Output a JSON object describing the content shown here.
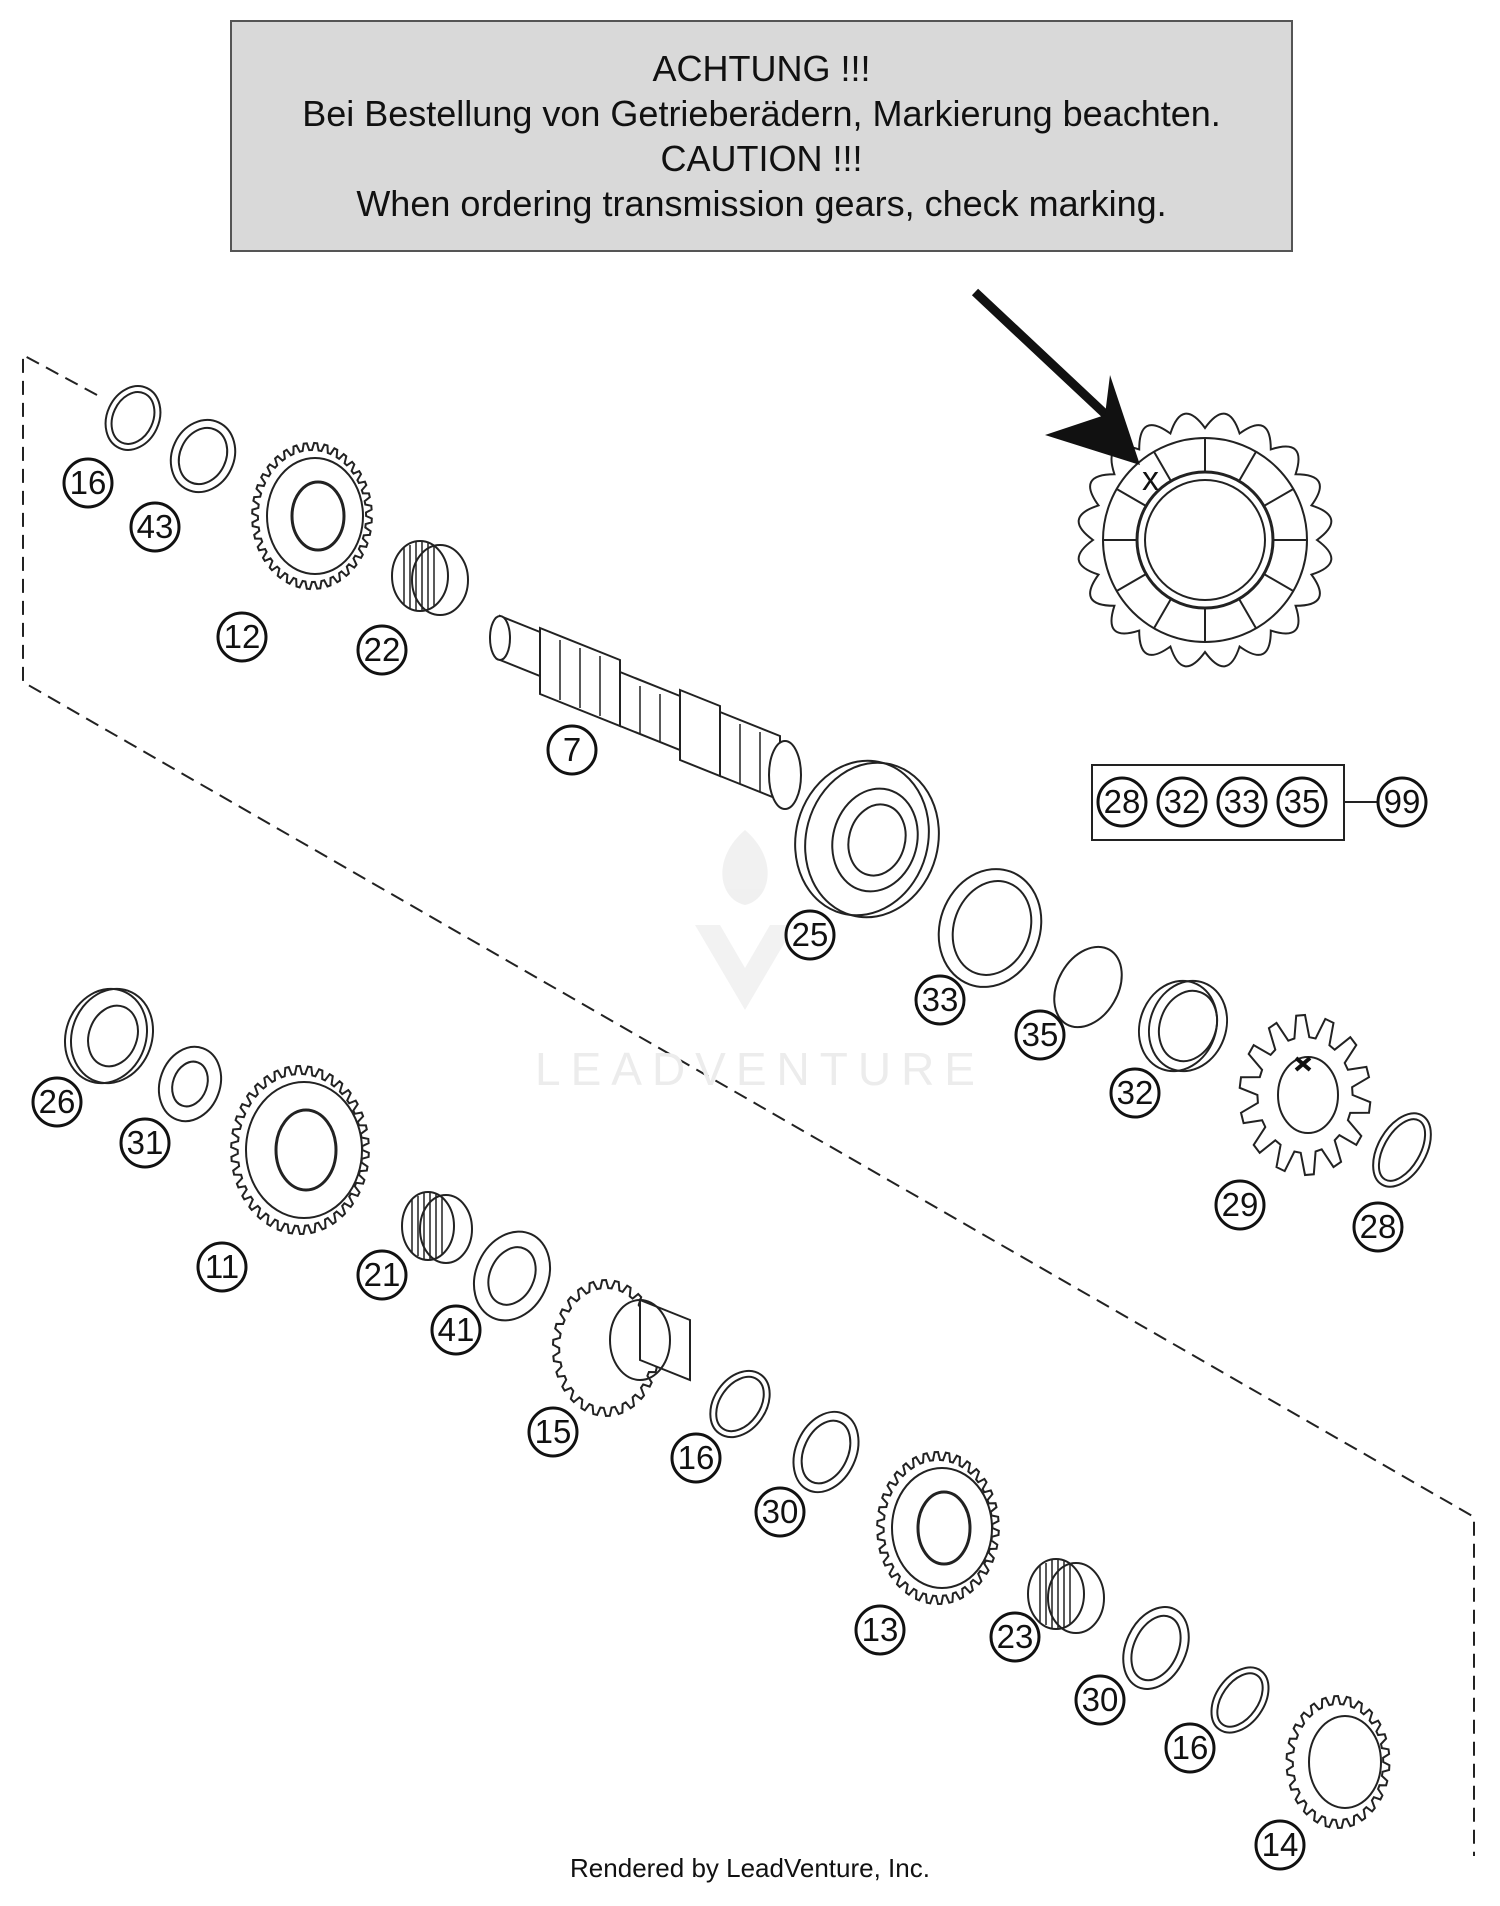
{
  "notice": {
    "line1": "ACHTUNG !!!",
    "line2": "Bei Bestellung von Getrieberädern, Markierung beachten.",
    "line3": "CAUTION !!!",
    "line4": "When ordering transmission gears, check marking."
  },
  "callouts": [
    "16",
    "43",
    "12",
    "22",
    "7",
    "25",
    "33",
    "35",
    "32",
    "29",
    "28",
    "26",
    "31",
    "11",
    "21",
    "41",
    "15",
    "16",
    "30",
    "13",
    "23",
    "30",
    "16",
    "14"
  ],
  "kit": {
    "items": [
      "28",
      "32",
      "33",
      "35"
    ],
    "number": "99"
  },
  "detail": {
    "marking": "x"
  },
  "watermark": "LEADVENTURE",
  "footer": "Rendered by LeadVenture, Inc."
}
